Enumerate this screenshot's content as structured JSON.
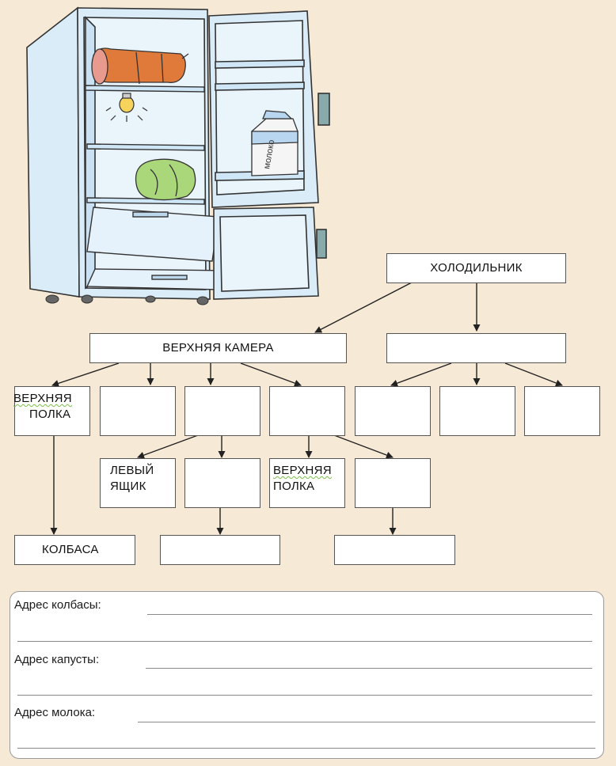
{
  "diagram": {
    "root": "ХОЛОДИЛЬНИК",
    "upper_chamber": "ВЕРХНЯЯ КАМЕРА",
    "lower_chamber": "",
    "upper_shelf_1": [
      "ВЕРХНЯЯ",
      "ПОЛКА"
    ],
    "left_drawer": [
      "ЛЕВЫЙ",
      "ЯЩИК"
    ],
    "upper_shelf_2": [
      "ВЕРХНЯЯ",
      "ПОЛКА"
    ],
    "sausage": "КОЛБАСА"
  },
  "addresses": {
    "sausage": "Адрес колбасы:",
    "cabbage": "Адрес капусты:",
    "milk": "Адрес молока:"
  },
  "illustration": {
    "carton_label": "молоко"
  },
  "colors": {
    "background": "#f6e9d6",
    "fridge": "#d9ecf8",
    "sausage": "#e07a3a",
    "cabbage": "#a9d77a",
    "spellcheck": "#7bbf4a"
  }
}
